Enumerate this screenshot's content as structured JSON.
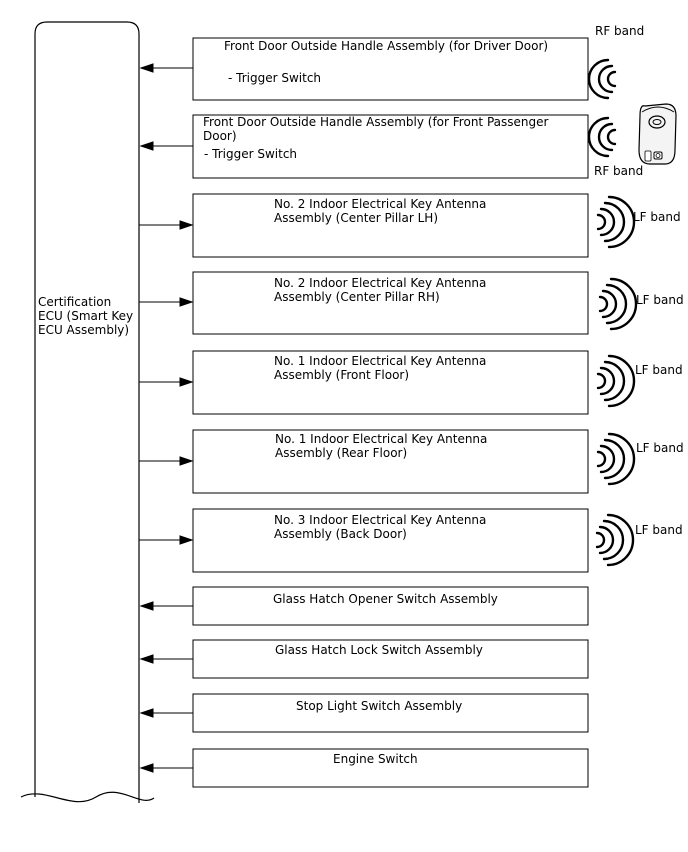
{
  "ecu": {
    "lines": [
      "Certification",
      "ECU (Smart Key",
      "ECU Assembly)"
    ]
  },
  "bands": {
    "rf": "RF band",
    "lf": "LF band"
  },
  "components": [
    {
      "id": "front-door-driver",
      "lines": [
        "Front Door Outside Handle Assembly (for Driver Door)",
        "",
        "- Trigger Switch"
      ],
      "direction": "to-ecu"
    },
    {
      "id": "front-door-passenger",
      "lines": [
        "Front Door Outside Handle Assembly (for Front Passenger",
        "Door)",
        "- Trigger Switch"
      ],
      "direction": "to-ecu"
    },
    {
      "id": "antenna-center-pillar-lh",
      "lines": [
        "No. 2 Indoor Electrical Key Antenna",
        "Assembly (Center Pillar LH)"
      ],
      "direction": "from-ecu"
    },
    {
      "id": "antenna-center-pillar-rh",
      "lines": [
        "No. 2 Indoor Electrical Key Antenna",
        "Assembly (Center Pillar RH)"
      ],
      "direction": "from-ecu"
    },
    {
      "id": "antenna-front-floor",
      "lines": [
        "No. 1 Indoor Electrical Key Antenna",
        "Assembly (Front Floor)"
      ],
      "direction": "from-ecu"
    },
    {
      "id": "antenna-rear-floor",
      "lines": [
        "No. 1 Indoor Electrical Key Antenna",
        "Assembly (Rear Floor)"
      ],
      "direction": "from-ecu"
    },
    {
      "id": "antenna-back-door",
      "lines": [
        "No. 3 Indoor Electrical Key Antenna",
        "Assembly (Back Door)"
      ],
      "direction": "from-ecu"
    },
    {
      "id": "glass-hatch-opener",
      "lines": [
        "Glass Hatch Opener Switch Assembly"
      ],
      "direction": "to-ecu"
    },
    {
      "id": "glass-hatch-lock",
      "lines": [
        "Glass Hatch Lock Switch Assembly"
      ],
      "direction": "to-ecu"
    },
    {
      "id": "stop-light",
      "lines": [
        "Stop Light Switch Assembly"
      ],
      "direction": "to-ecu"
    },
    {
      "id": "engine-switch",
      "lines": [
        "Engine Switch"
      ],
      "direction": "to-ecu"
    }
  ],
  "icons": {
    "wave": "radio-wave-icon",
    "key_fob": "key-fob-icon"
  }
}
